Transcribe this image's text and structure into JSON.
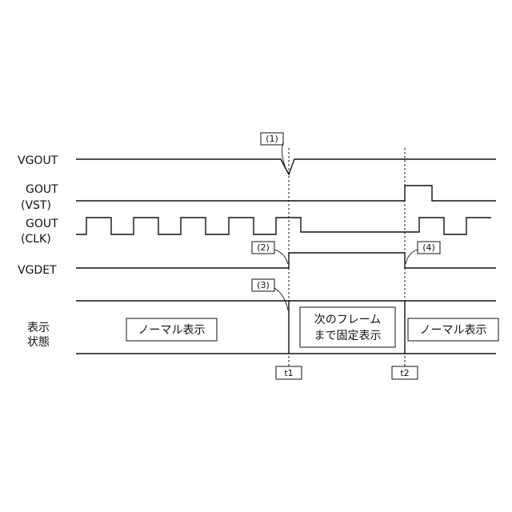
{
  "signals": {
    "vgout": "VGOUT",
    "gout_vst_1": "GOUT",
    "gout_vst_2": "(VST)",
    "gout_clk_1": "GOUT",
    "gout_clk_2": "(CLK)",
    "vgdet": "VGDET",
    "display_1": "表示",
    "display_2": "状態"
  },
  "states": {
    "normal_1": "ノーマル表示",
    "fixed_1": "次のフレーム",
    "fixed_2": "まで固定表示",
    "normal_2": "ノーマル表示"
  },
  "annotations": {
    "a1": "(1)",
    "a2": "(2)",
    "a3": "(3)",
    "a4": "(4)"
  },
  "markers": {
    "t1": "t1",
    "t2": "t2"
  }
}
